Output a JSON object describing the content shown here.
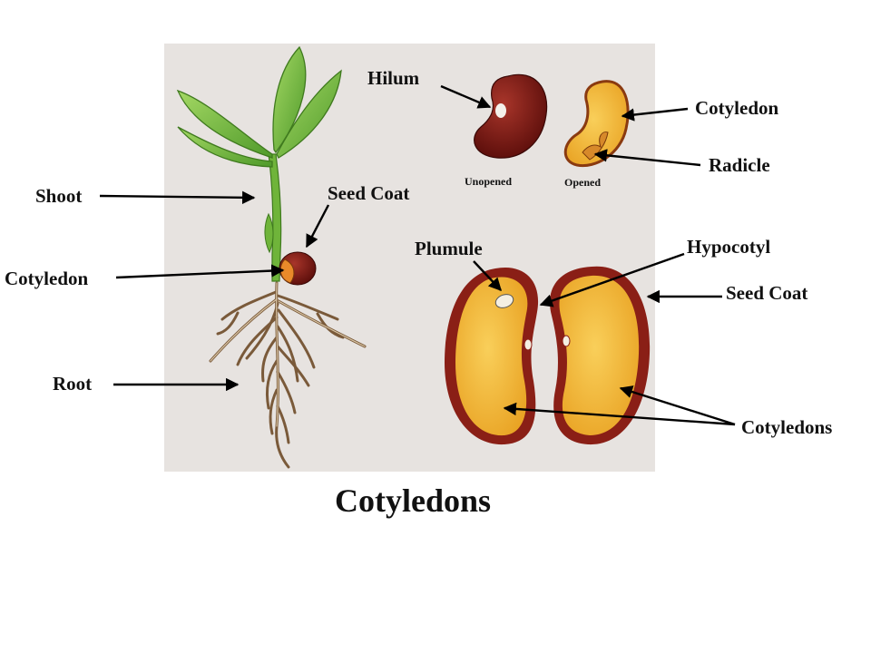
{
  "title": "Cotyledons",
  "labels": {
    "hilum": "Hilum",
    "unopened": "Unopened",
    "opened": "Opened",
    "cotyledon_top": "Cotyledon",
    "radicle": "Radicle",
    "shoot": "Shoot",
    "seed_coat_left": "Seed Coat",
    "cotyledon_left": "Cotyledon",
    "root": "Root",
    "plumule": "Plumule",
    "hypocotyl": "Hypocotyl",
    "seed_coat_right": "Seed Coat",
    "cotyledons": "Cotyledons"
  },
  "colors": {
    "panel_background": "#e7e3e0",
    "leaf_green": "#7cc242",
    "seed_brown": "#7a1a14",
    "cotyledon_yellow": "#f2b233",
    "root_tan": "#8a6a48"
  }
}
